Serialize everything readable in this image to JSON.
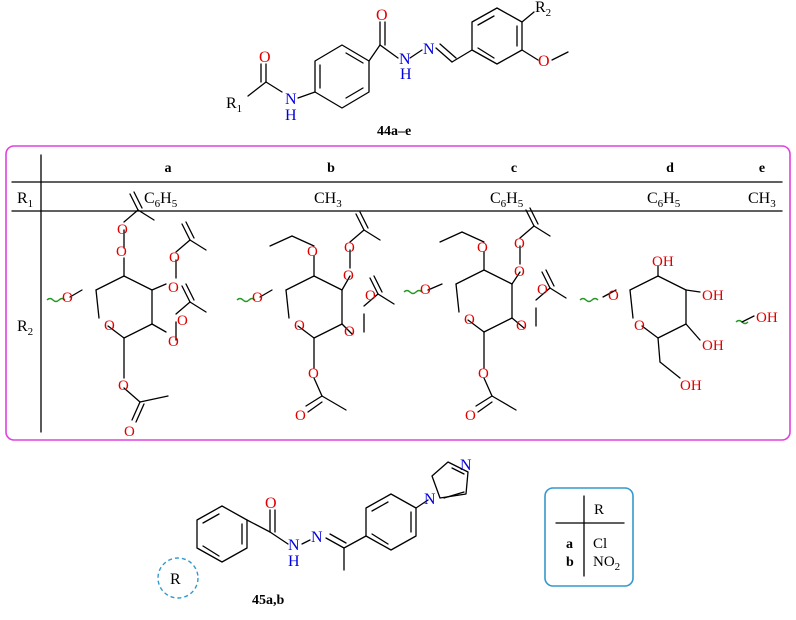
{
  "compound_top": {
    "label": "44a–e",
    "r1": "R",
    "r1_sub": "1",
    "r2": "R",
    "r2_sub": "2",
    "atom_O": "O",
    "atom_N": "N",
    "atom_H": "H"
  },
  "table": {
    "columns": [
      "a",
      "b",
      "c",
      "d",
      "e"
    ],
    "r1_label": "R",
    "r1_label_sub": "1",
    "r2_label": "R",
    "r2_label_sub": "2",
    "r1_values": [
      {
        "main": "C",
        "s1": "6",
        "mid": "H",
        "s2": "5"
      },
      {
        "main": "CH",
        "s1": "3",
        "mid": "",
        "s2": ""
      },
      {
        "main": "C",
        "s1": "6",
        "mid": "H",
        "s2": "5"
      },
      {
        "main": "C",
        "s1": "6",
        "mid": "H",
        "s2": "5"
      },
      {
        "main": "CH",
        "s1": "3",
        "mid": "",
        "s2": ""
      }
    ],
    "oh": "OH",
    "frame_color": "#e040e0"
  },
  "compound_bottom": {
    "label": "45a,b",
    "r": "R",
    "n_imid": "N",
    "atom_O": "O",
    "atom_N": "N",
    "atom_H": "H"
  },
  "legend": {
    "header": "R",
    "rows": [
      {
        "key": "a",
        "value": "Cl",
        "sub": ""
      },
      {
        "key": "b",
        "value": "NO",
        "sub": "2"
      }
    ],
    "frame_color": "#3399cc"
  },
  "colors": {
    "oxygen": "#e00000",
    "nitrogen": "#0000dd",
    "wavy": "#229922",
    "bond": "#000000"
  }
}
